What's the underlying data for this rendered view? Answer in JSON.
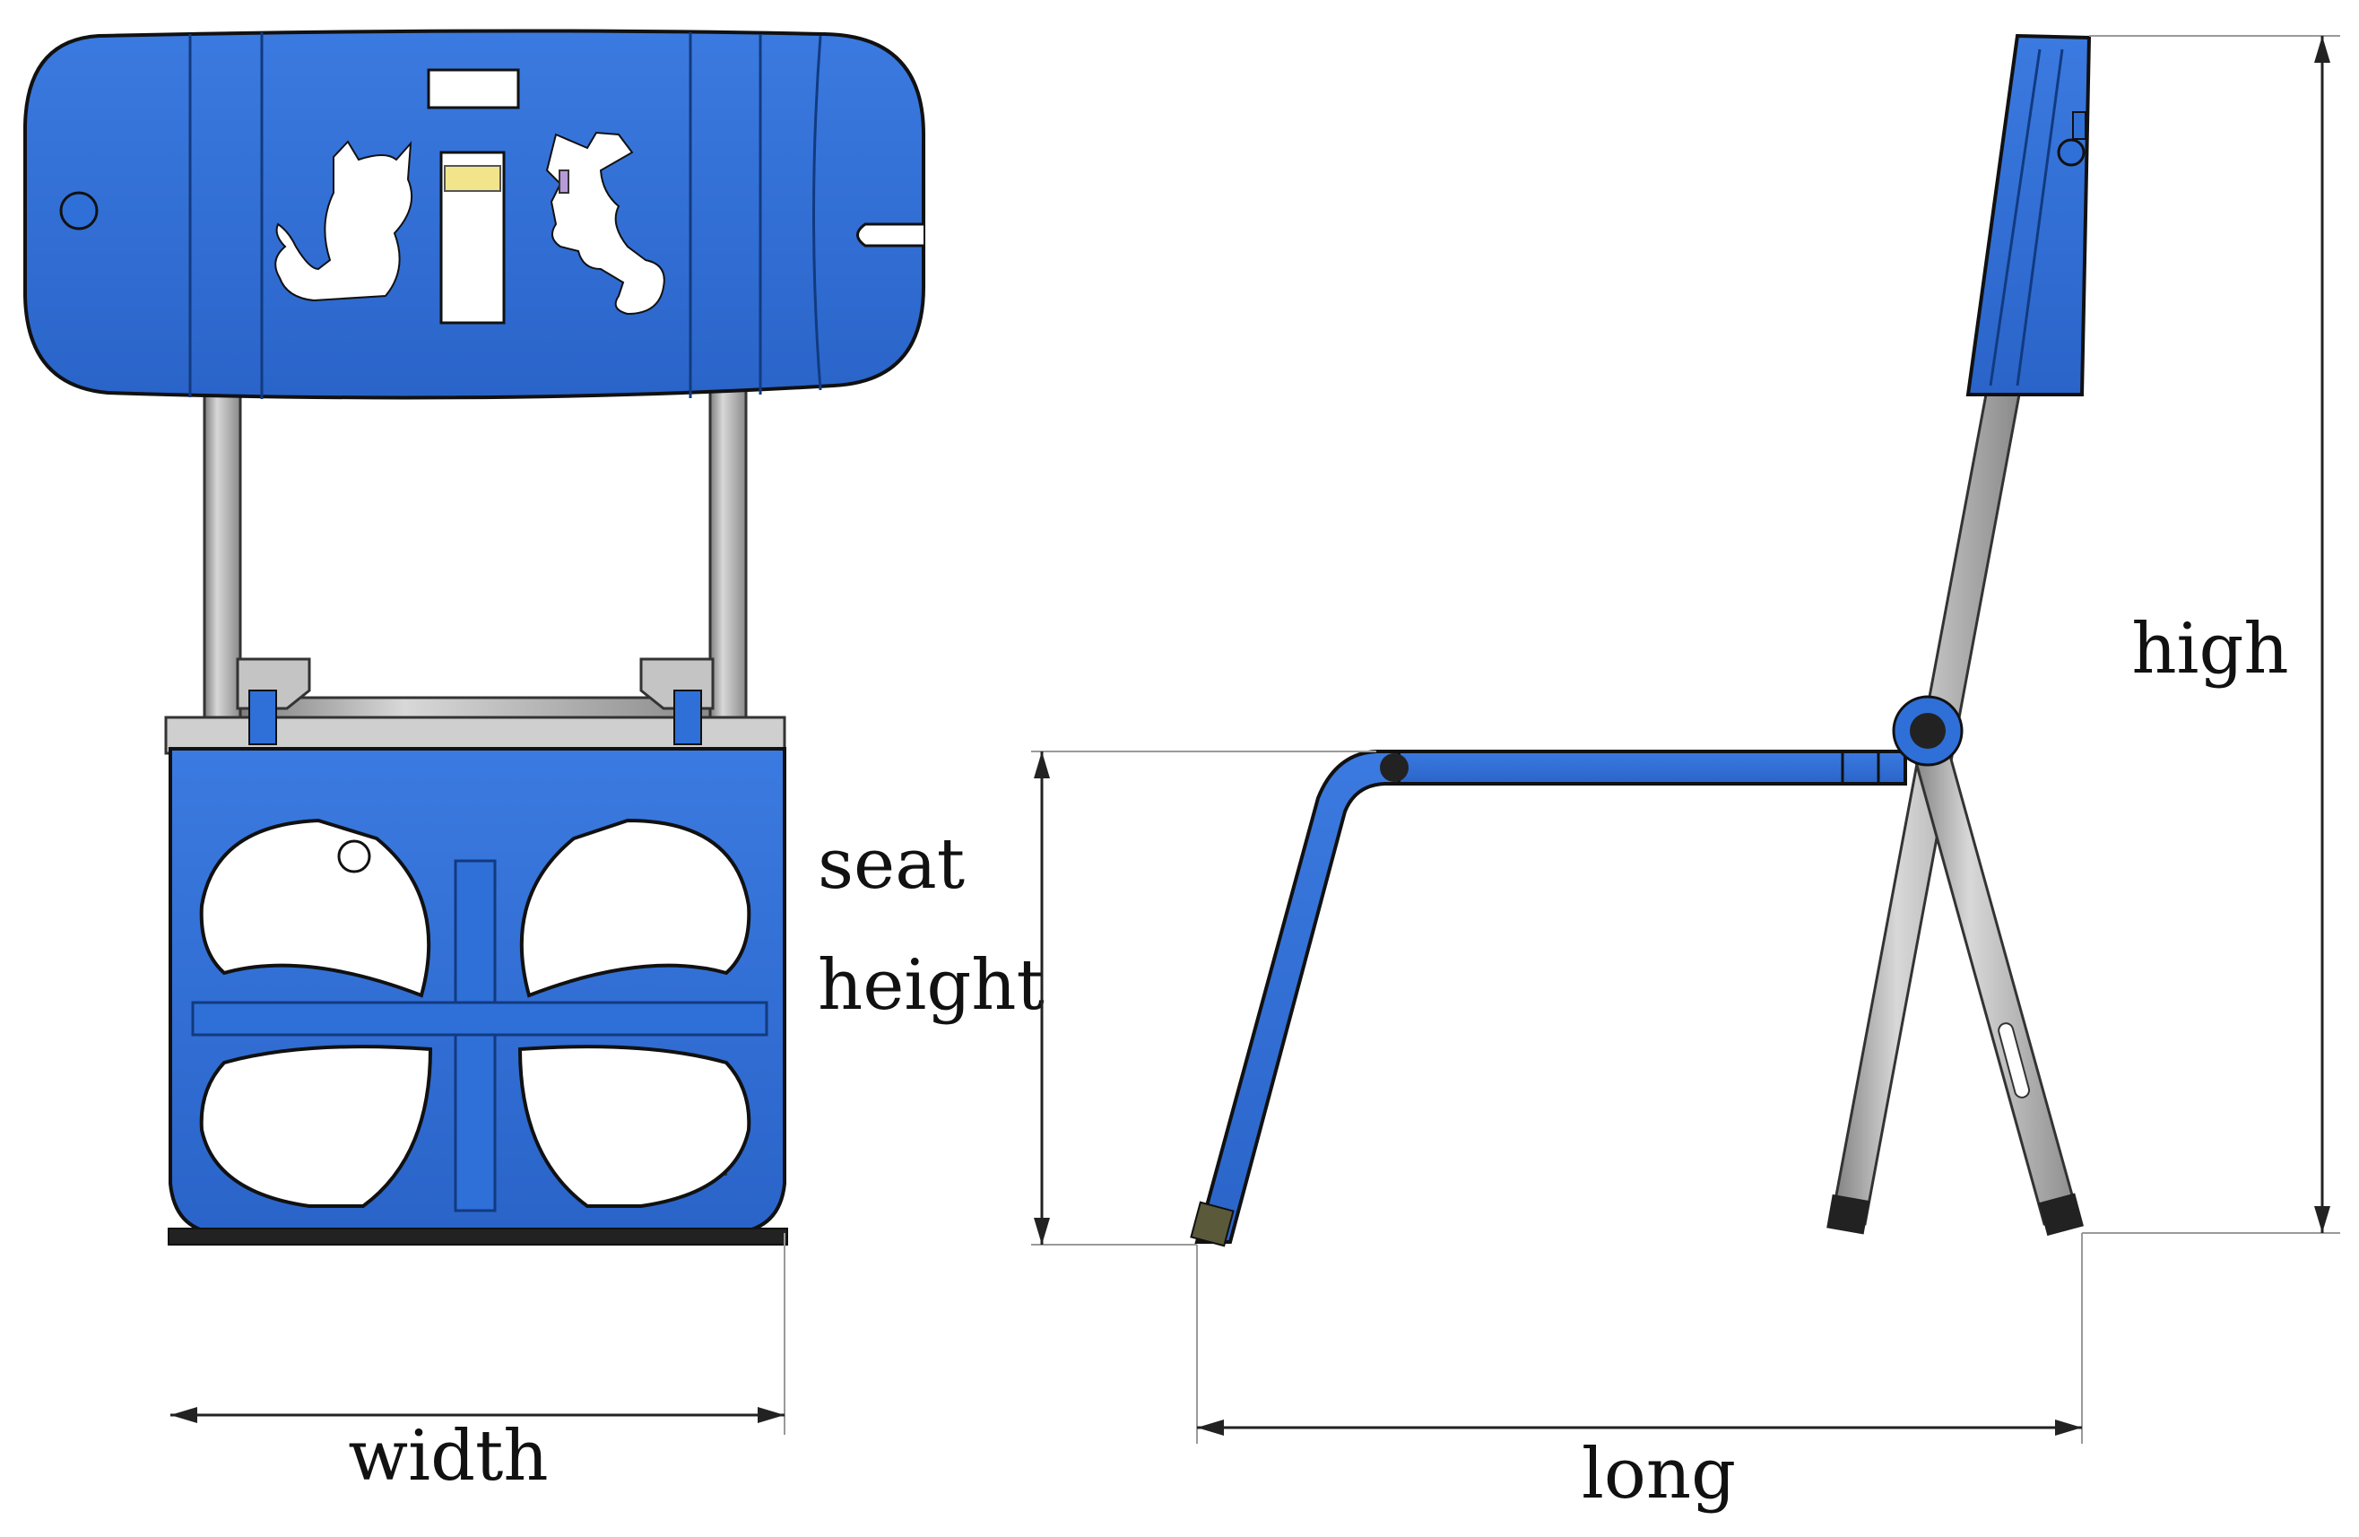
{
  "labels": {
    "seat_height_line1": "seat",
    "seat_height_line2": "height",
    "width": "width",
    "long": "long",
    "high": "high"
  },
  "colors": {
    "blue": "#2f6fd8",
    "blue_dark": "#1e56b8",
    "outline": "#111111",
    "tube": "#b9b9b9",
    "tube_dark": "#8c8c8c",
    "red": "#c62828",
    "yellow": "#f2e48a",
    "dim_line": "#222222",
    "ext_line": "#9a9a9a"
  },
  "icons": [
    "cat-cutout-icon",
    "dog-cutout-icon"
  ]
}
